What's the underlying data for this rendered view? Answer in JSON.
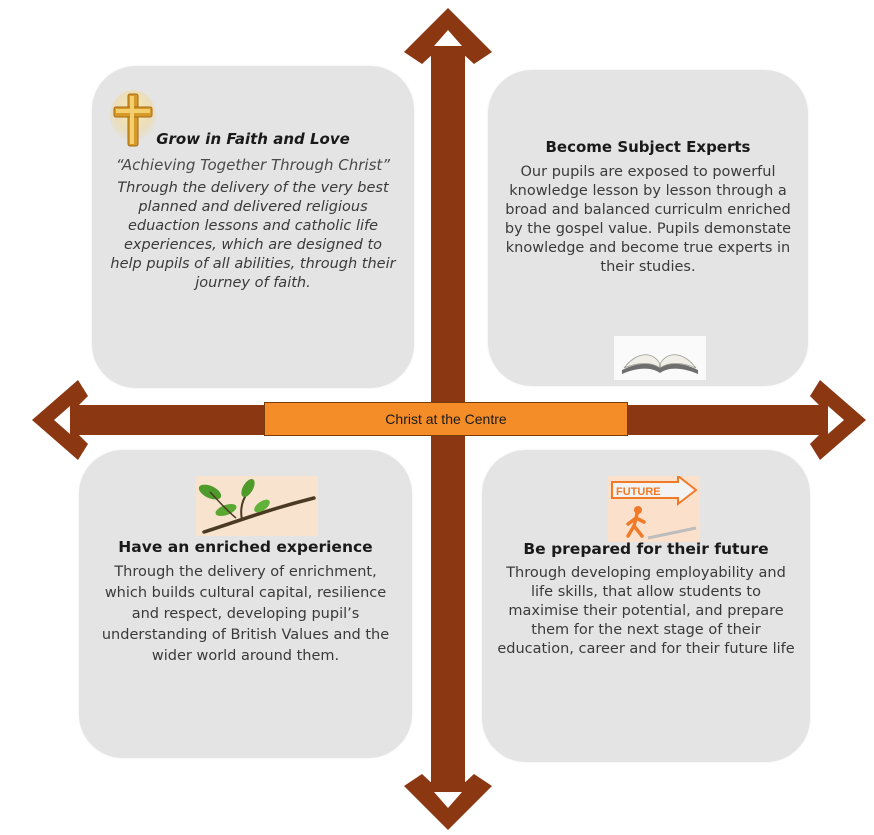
{
  "centre_label": "Christ at the Centre",
  "colors": {
    "arrow": "#8b3712",
    "arrow_outline": "#6d2a0c",
    "banner": "#f48c28",
    "card": "#e4e4e4"
  },
  "quadrants": {
    "top_left": {
      "title": "Grow in Faith and Love",
      "slogan": "“Achieving Together Through Christ”",
      "body": "Through the delivery of the very best planned and delivered religious eduaction  lessons and catholic life experiences, which are designed to help pupils of all abilities, through their journey of faith.",
      "icon": "cross-icon"
    },
    "top_right": {
      "title": "Become Subject Experts",
      "body": "Our pupils are exposed to powerful knowledge lesson by lesson through a broad and balanced curriculm enriched by the gospel value. Pupils demonstate knowledge and become true experts in their studies.",
      "icon": "open-book-icon"
    },
    "bottom_left": {
      "title": "Have an enriched experience",
      "body": "Through the delivery of enrichment, which builds cultural capital, resilience and respect, developing pupil’s understanding of British Values and the wider world around them.",
      "icon": "branch-icon"
    },
    "bottom_right": {
      "title": "Be prepared for their future",
      "body": "Through developing employability and life skills, that allow students to maximise their potential, and prepare them for the next stage of their education, career and for their future life",
      "icon": "future-walker-icon",
      "icon_text": "FUTURE"
    }
  }
}
